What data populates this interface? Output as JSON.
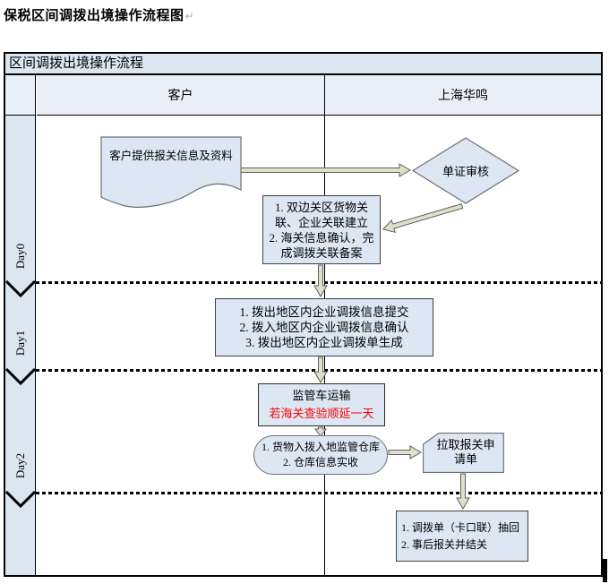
{
  "page": {
    "title": "保税区间调拨出境操作流程图",
    "paragraph_mark": "↵"
  },
  "table": {
    "title": "区间调拨出境操作流程",
    "col_customer": "客户",
    "col_company": "上海华鸣"
  },
  "days": {
    "d0": "Day0",
    "d1": "Day1",
    "d2": "Day2"
  },
  "flow": {
    "doc_input": "客户提供报关信息及资料",
    "review": "单证审核",
    "filing": "1. 双边关区货物关\n联、企业关联建立\n2. 海关信息确认，完\n成调拨关联备案",
    "transfer_info": "1. 拨出地区内企业调拨信息提交\n2. 拨入地区内企业调拨信息确认\n3. 拨出地区内企业调拨单生成",
    "truck": "监管车运输",
    "truck_note": "若海关查验顺延一天",
    "warehouse": "1. 货物入拨入地监管仓库\n2. 仓库信息实收",
    "pull_request": "拉取报关申\n请单",
    "closing": "1. 调拨单（卡口联）抽回\n2. 事后报关并结关"
  },
  "colors": {
    "panel_fill": "#dce6f1",
    "shape_fill": "#dde7f3",
    "arrow_fill": "#dfdfca",
    "alert_text": "#ff0000",
    "border": "#000000"
  }
}
